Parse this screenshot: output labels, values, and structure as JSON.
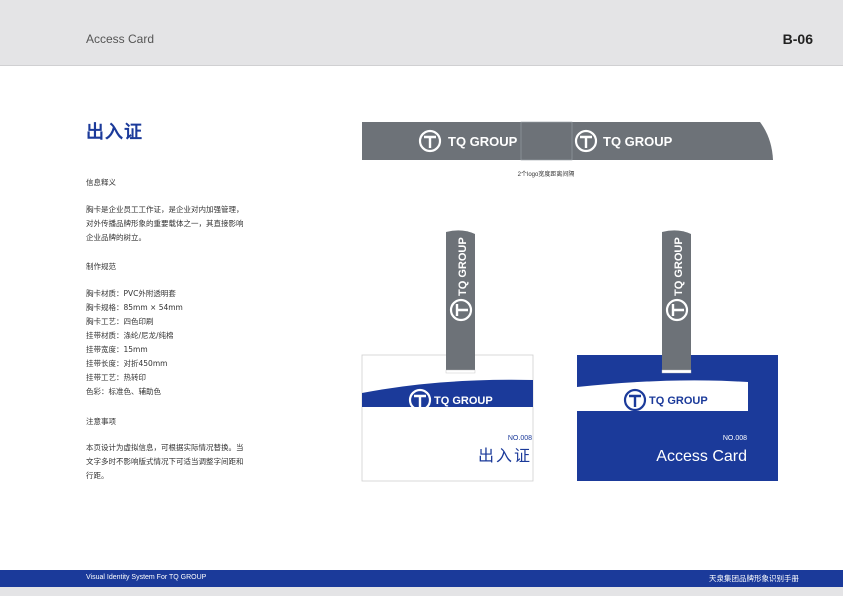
{
  "header": {
    "doc_title": "Access Card",
    "page_code": "B-06"
  },
  "left": {
    "title": "出入证",
    "section1": {
      "heading": "信息释义",
      "lines": [
        "胸卡是企业员工工作证，是企业对内加强管理，",
        "对外传播品牌形象的重要载体之一，其直接影响",
        "企业品牌的树立。"
      ]
    },
    "section2": {
      "heading": "制作规范",
      "lines": [
        "胸卡材质：PVC外附透明套",
        "胸卡规格：85mm × 54mm",
        "胸卡工艺：四色印刷",
        "挂带材质：涤纶/尼龙/纯棉",
        "挂带宽度：15mm",
        "挂带长度：对折450mm",
        "挂带工艺：热转印",
        "色彩：标准色、辅助色"
      ]
    },
    "section3": {
      "heading": "注意事项",
      "lines": [
        "本页设计为虚拟信息，可根据实际情况替换。当",
        "文字多时不影响版式情况下可适当调整字间距和",
        "行距。"
      ]
    }
  },
  "figure": {
    "brand": "TQ GROUP",
    "spacing_note": "2个logo宽度距离间隔",
    "card1": {
      "number": "NO.008",
      "title": "出入证"
    },
    "card2": {
      "number": "NO.008",
      "title": "Access Card"
    }
  },
  "footer": {
    "left": "Visual Identity System For TQ GROUP",
    "right": "天泉集团品牌形象识别手册"
  },
  "colors": {
    "primary": "#1b3a9a",
    "gray": "#6d7278",
    "white": "#ffffff"
  }
}
